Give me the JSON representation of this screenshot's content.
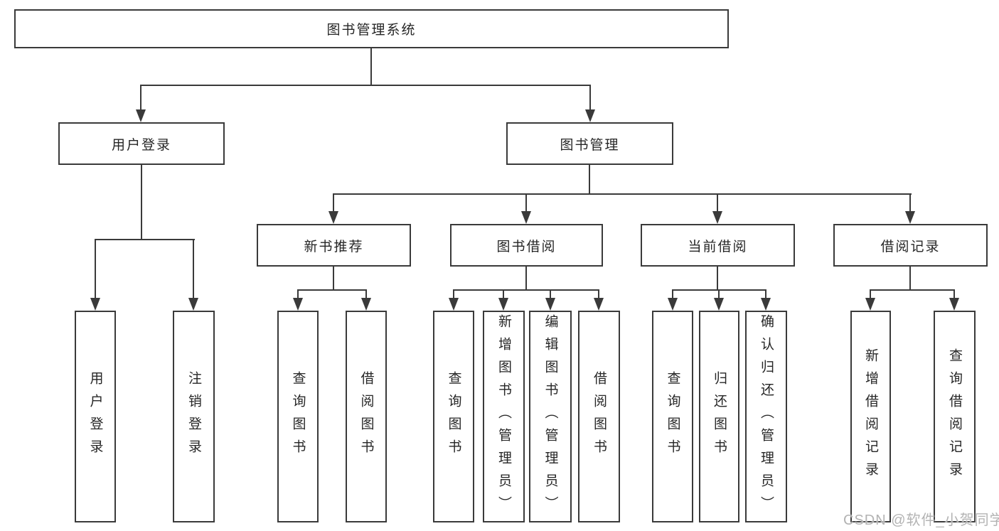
{
  "colors": {
    "line": "#3a3a3a",
    "text": "#262626",
    "watermark": "#b3b3b3",
    "bg": "#ffffff"
  },
  "root": {
    "label": "图书管理系统"
  },
  "level2": [
    {
      "label": "用户登录"
    },
    {
      "label": "图书管理"
    }
  ],
  "level3": [
    {
      "label": "新书推荐"
    },
    {
      "label": "图书借阅"
    },
    {
      "label": "当前借阅"
    },
    {
      "label": "借阅记录"
    }
  ],
  "leaves": {
    "user_login": [
      {
        "label": "用户登录"
      },
      {
        "label": "注销登录"
      }
    ],
    "new_books": [
      {
        "label": "查询图书"
      },
      {
        "label": "借阅图书"
      }
    ],
    "book_borrow": [
      {
        "label": "查询图书"
      },
      {
        "label": "新增图书（管理员）"
      },
      {
        "label": "编辑图书（管理员）"
      },
      {
        "label": "借阅图书"
      }
    ],
    "current_borrow": [
      {
        "label": "查询图书"
      },
      {
        "label": "归还图书"
      },
      {
        "label": "确认归还（管理员）"
      }
    ],
    "borrow_records": [
      {
        "label": "新增借阅记录"
      },
      {
        "label": "查询借阅记录"
      }
    ]
  },
  "watermark": "CSDN @软件_小贺同学"
}
